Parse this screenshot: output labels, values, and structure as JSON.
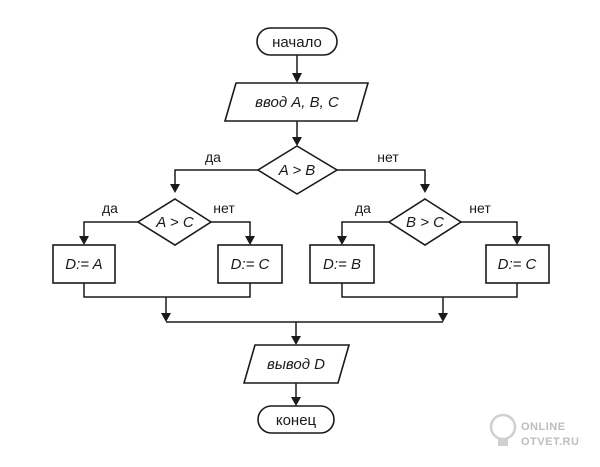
{
  "nodes": {
    "start": "начало",
    "input": "ввод  A, B, C",
    "cond_ab": "A > B",
    "cond_ac": "A > C",
    "cond_bc": "B > C",
    "assign_a": "D:= A",
    "assign_c_left": "D:= C",
    "assign_b": "D:= B",
    "assign_c_right": "D:= C",
    "output": "вывод  D",
    "end": "конец"
  },
  "edge_labels": {
    "ab_yes": "да",
    "ab_no": "нет",
    "ac_yes": "да",
    "ac_no": "нет",
    "bc_yes": "да",
    "bc_no": "нет"
  },
  "watermark": {
    "line1": "ONLINE",
    "line2": "OTVET.RU"
  }
}
